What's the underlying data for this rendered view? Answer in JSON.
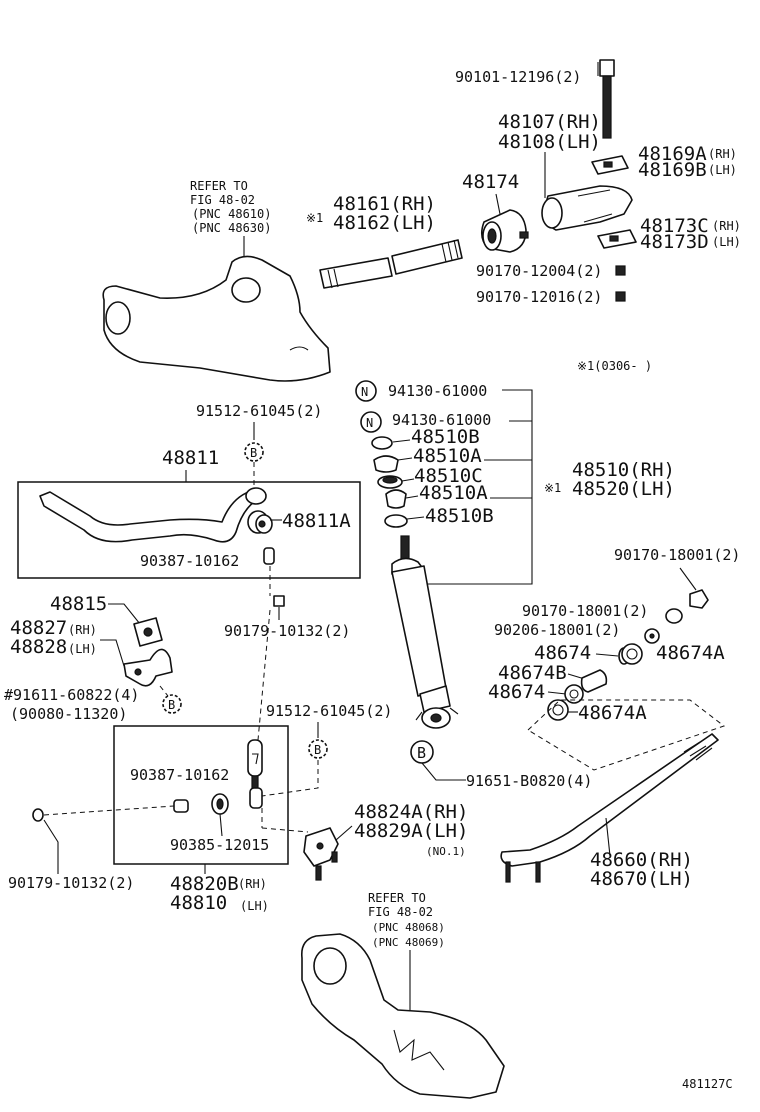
{
  "labels": {
    "p90101": "90101-12196(2)",
    "p48107": "48107(RH)",
    "p48108": "48108(LH)",
    "p48169a": "48169A",
    "p48169b": "48169B",
    "rh": "(RH)",
    "lh": "(LH)",
    "p48174": "48174",
    "p48173c": "48173C",
    "p48173d": "48173D",
    "refer_top_1": "REFER TO",
    "refer_top_2": "FIG 48-02",
    "refer_top_3": "(PNC 48610)",
    "refer_top_4": "(PNC 48630)",
    "mark1": "※1",
    "p48161": "48161(RH)",
    "p48162": "48162(LH)",
    "p90170_12004": "90170-12004(2)",
    "p90170_12016": "90170-12016(2)",
    "note_0306": "※1(0306-      )",
    "n_circle": "N",
    "p94130_a": "94130-61000",
    "p94130_b": "94130-61000",
    "p48510b_1": "48510B",
    "p48510a_1": "48510A",
    "p48510c": "48510C",
    "p48510a_2": "48510A",
    "p48510b_2": "48510B",
    "p48510": "48510(RH)",
    "p48520": "48520(LH)",
    "p91512_top": "91512-61045(2)",
    "b_circle": "B",
    "p48811": "48811",
    "p48811a": "48811A",
    "p90387_top": "90387-10162",
    "p90170_18001": "90170-18001(2)",
    "p90170_18001b": "90170-18001(2)",
    "p90206_18001": "90206-18001(2)",
    "p48674_1": "48674",
    "p48674a_1": "48674A",
    "p48674b": "48674B",
    "p48674_2": "48674",
    "p48674a_2": "48674A",
    "p48815": "48815",
    "p48827": "48827",
    "p48828": "48828",
    "p90179_mid": "90179-10132(2)",
    "p91611": "#91611-60822(4)",
    "p90080": "(90080-11320)",
    "p91512_mid": "91512-61045(2)",
    "p90387_box": "90387-10162",
    "p91651": "91651-B0820(4)",
    "p48824a": "48824A(RH)",
    "p48829a": "48829A(LH)",
    "no1": "(NO.1)",
    "p90385": "90385-12015",
    "p90179_bot": "90179-10132(2)",
    "p48820b": "48820B",
    "p48810": "48810",
    "p48660": "48660(RH)",
    "p48670": "48670(LH)",
    "refer_bot_1": "REFER TO",
    "refer_bot_2": "FIG 48-02",
    "refer_bot_3": "(PNC 48068)",
    "refer_bot_4": "(PNC 48069)",
    "fig_code": "481127C"
  }
}
